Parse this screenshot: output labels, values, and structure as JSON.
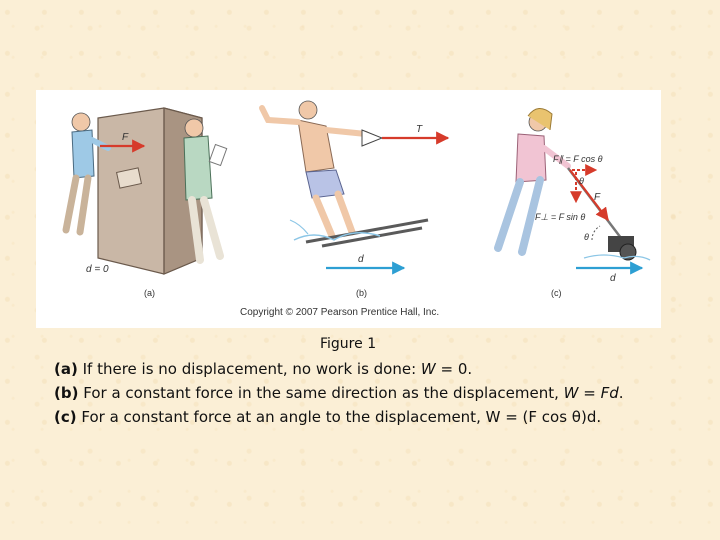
{
  "figure": {
    "copyright": "Copyright © 2007 Pearson Prentice Hall, Inc.",
    "panel_a": {
      "label": "(a)",
      "force_label": "F",
      "displacement_label": "d = 0"
    },
    "panel_b": {
      "label": "(b)",
      "force_label": "T",
      "displacement_label": "d"
    },
    "panel_c": {
      "label": "(c)",
      "parallel_label": "F∥ = F cos θ",
      "perp_label": "F⊥ = F sin θ",
      "force_label": "F",
      "theta_top": "θ",
      "theta_bottom": "θ",
      "displacement_label": "d"
    }
  },
  "caption": {
    "title": "Figure 1",
    "line_a": {
      "prefix": "(a)",
      "text": "If there is no displacement, no work is done: ",
      "math": "W",
      "tail": " = 0."
    },
    "line_b": {
      "prefix": "(b)",
      "text": "For a constant force in the same direction as the displacement, ",
      "math": "W",
      "eq": " = ",
      "math2": "Fd",
      "tail": "."
    },
    "line_c": {
      "prefix": "(c)",
      "text": "For a constant force at an angle to the displacement, W = (F cos θ)d."
    }
  }
}
